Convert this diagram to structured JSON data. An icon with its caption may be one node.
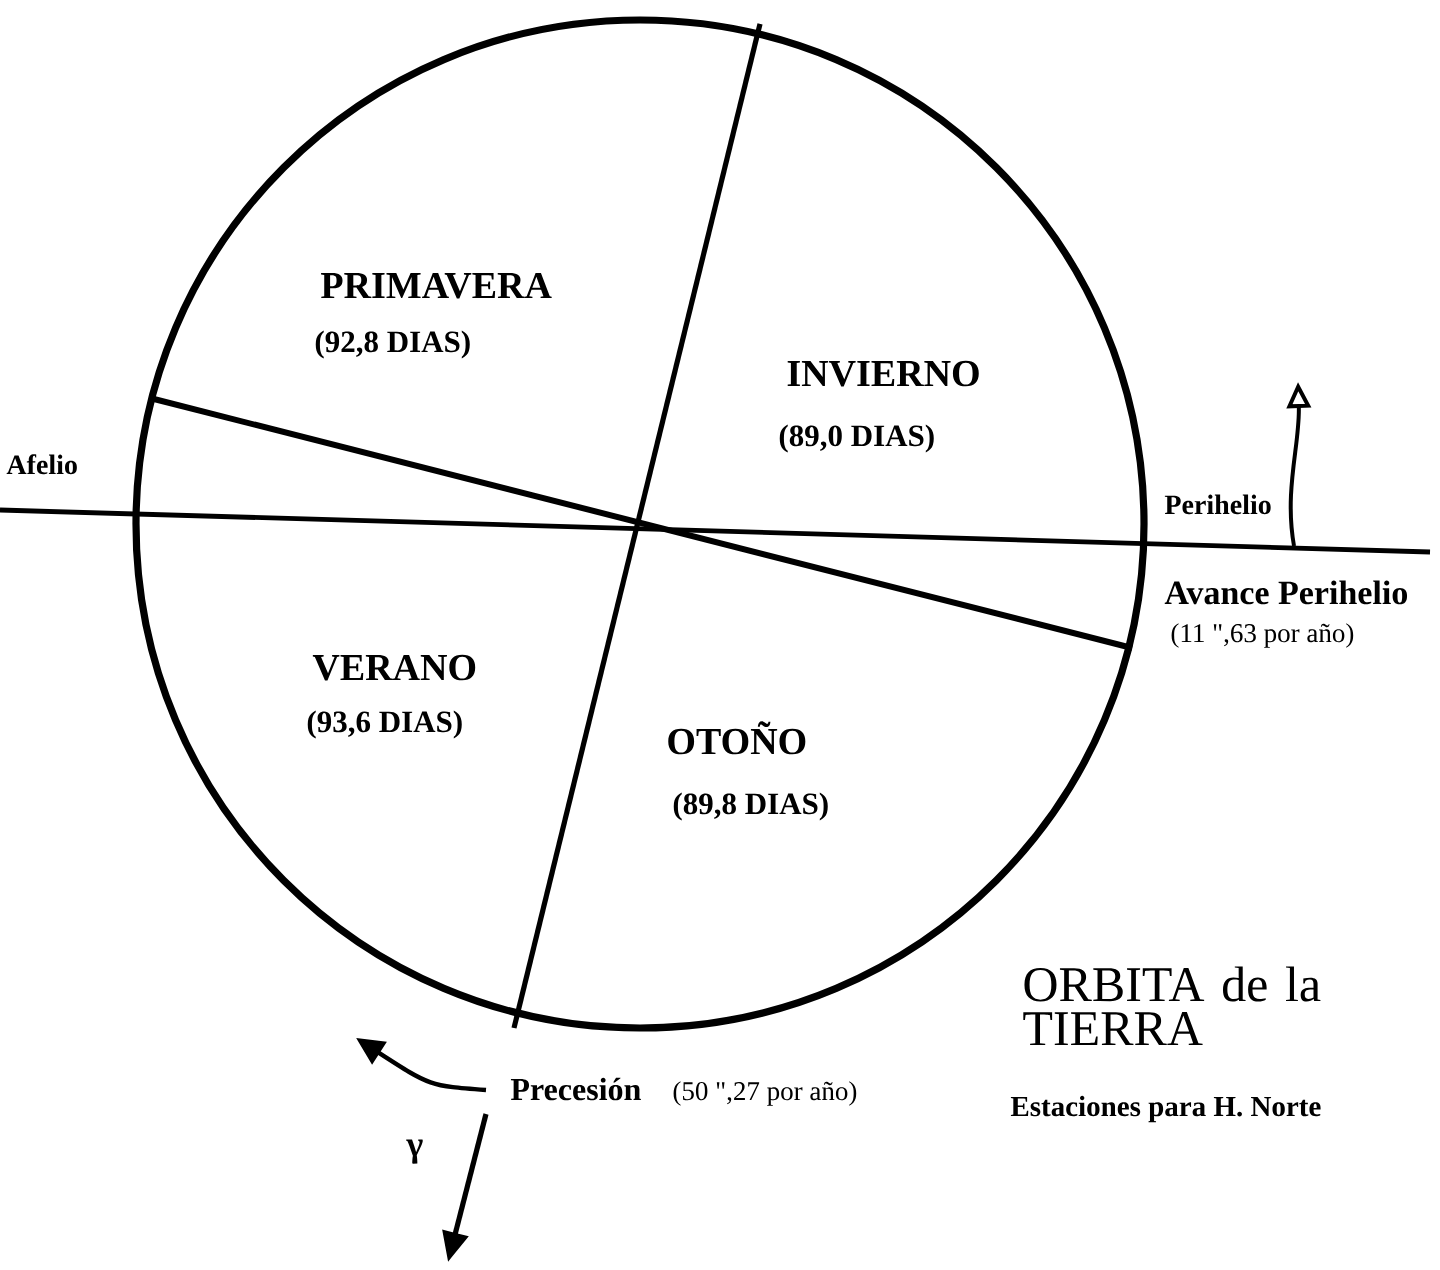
{
  "diagram": {
    "title": "ORBITA de la TIERRA",
    "caption": "Estaciones para H. Norte",
    "nodes": [
      {
        "text": [
          "PRIMAVERA",
          "(92,8 DIAS)",
          "INVIERNO",
          "(89,0 DIAS)",
          "VERANO",
          "(93,6 DIAS)",
          "OTOÑO",
          "(89,8 DIAS)"
        ]
      }
    ],
    "labels": [
      "Afelio",
      "Perihelio",
      "Avance Perihelio",
      "(11 \",63 por año)",
      "Precesión",
      "(50 \",27 por año)",
      "γ"
    ]
  }
}
